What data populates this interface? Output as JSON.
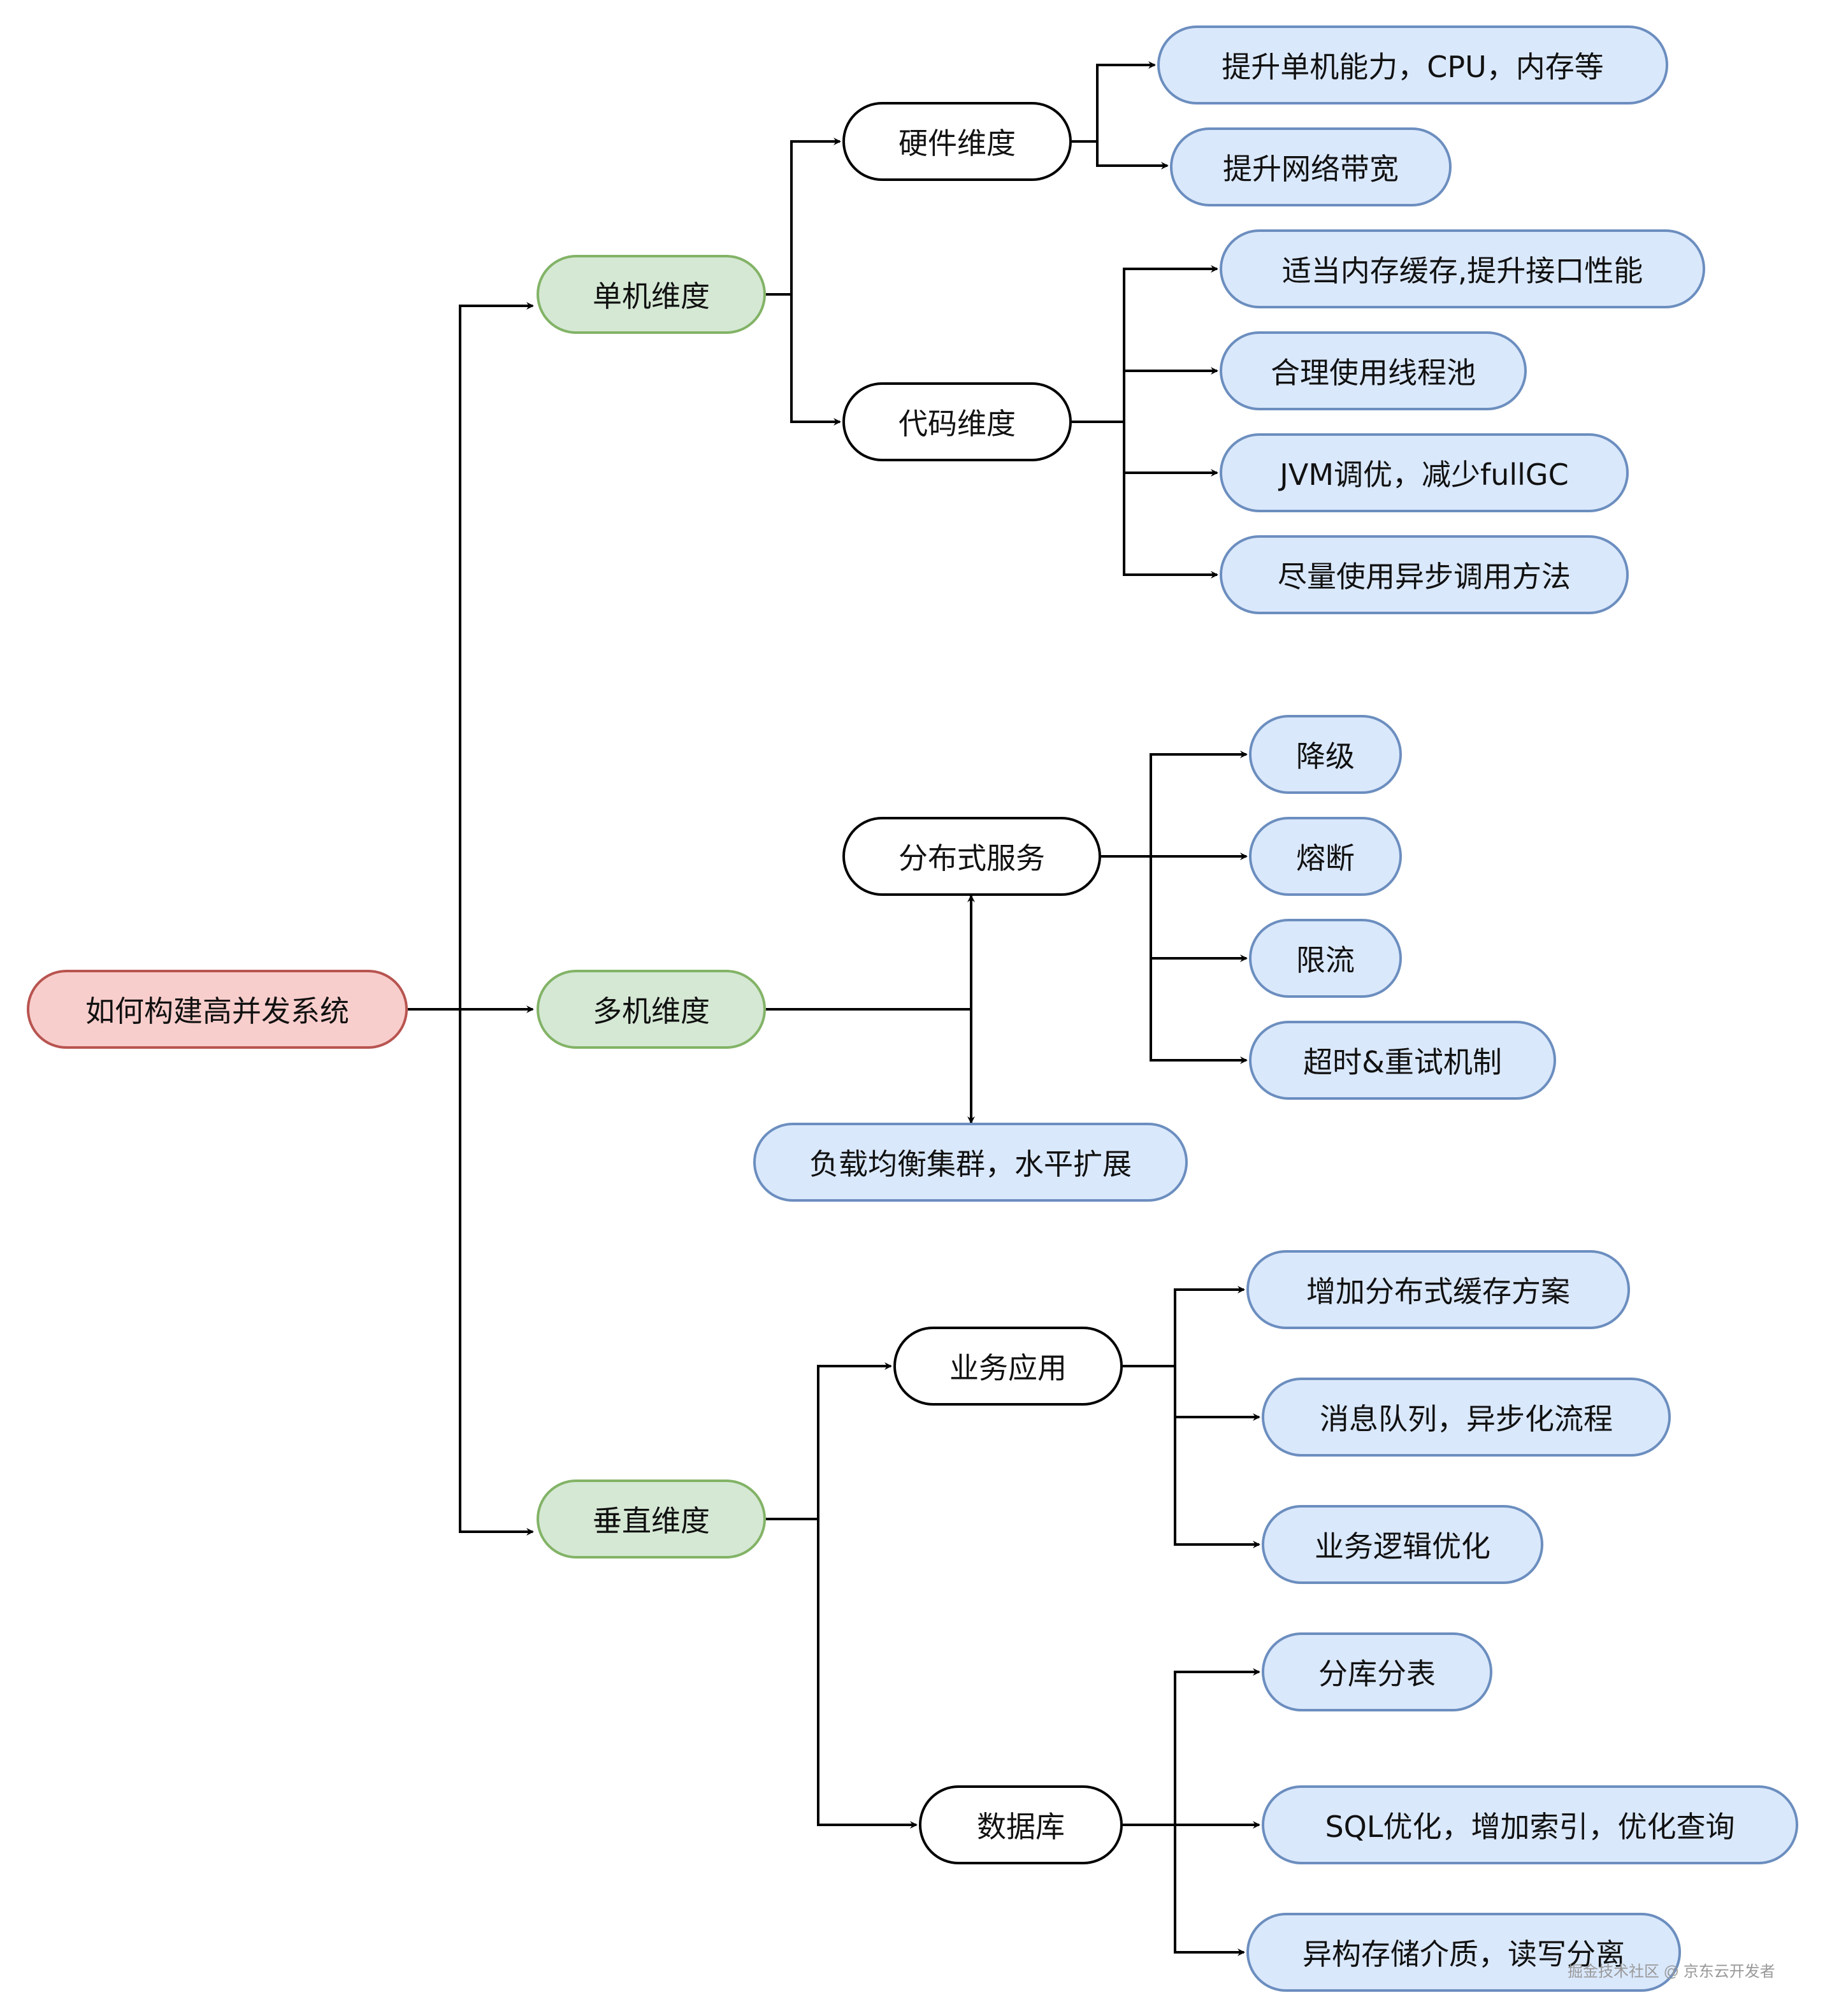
{
  "diagram": {
    "root": "如何构建高并发系统",
    "level1": {
      "single": "单机维度",
      "multi": "多机维度",
      "vertical": "垂直维度"
    },
    "level2": {
      "hardware": "硬件维度",
      "code": "代码维度",
      "distributed": "分布式服务",
      "load_balance": "负载均衡集群，水平扩展",
      "business": "业务应用",
      "database": "数据库"
    },
    "leaves": {
      "hardware": [
        "提升单机能力，CPU，内存等",
        "提升网络带宽"
      ],
      "code": [
        "适当内存缓存,提升接口性能",
        "合理使用线程池",
        "JVM调优，减少fullGC",
        "尽量使用异步调用方法"
      ],
      "distributed": [
        "降级",
        "熔断",
        "限流",
        "超时&重试机制"
      ],
      "business": [
        "增加分布式缓存方案",
        "消息队列，异步化流程",
        "业务逻辑优化"
      ],
      "database": [
        "分库分表",
        "SQL优化，增加索引，优化查询",
        "异构存储介质，读写分离"
      ]
    },
    "colors": {
      "root_fill": "#f8cecc",
      "root_border": "#b85450",
      "l1_fill": "#d5e8d4",
      "l1_border": "#82b366",
      "leaf_fill": "#dae8fc",
      "leaf_border": "#6c8ebf",
      "l2_fill": "#ffffff",
      "l2_border": "#000000"
    }
  },
  "watermark": "掘金技术社区 @ 京东云开发者"
}
